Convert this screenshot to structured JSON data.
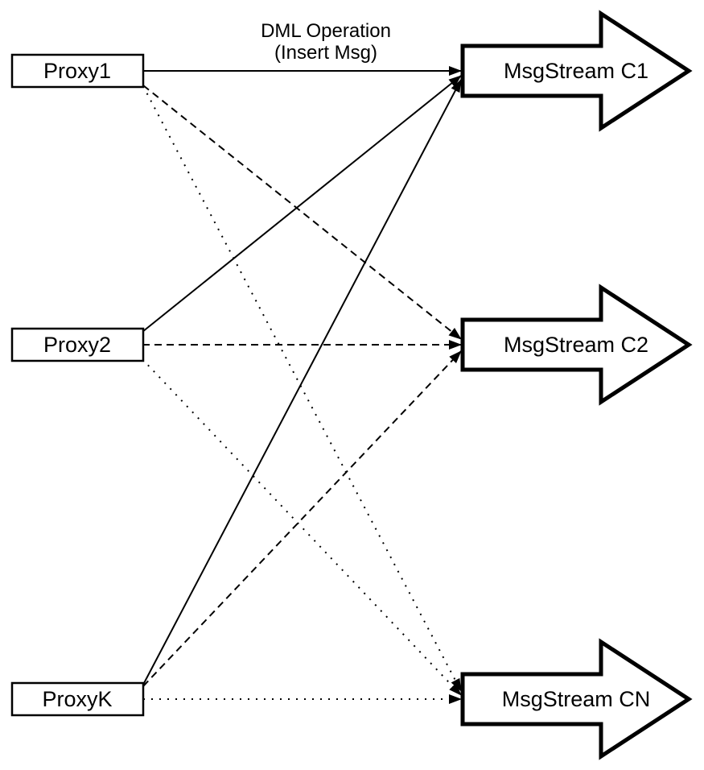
{
  "diagram": {
    "annotation": {
      "line1": "DML Operation",
      "line2": "(Insert Msg)"
    },
    "proxies": [
      {
        "label": "Proxy1"
      },
      {
        "label": "Proxy2"
      },
      {
        "label": "ProxyK"
      }
    ],
    "streams": [
      {
        "label": "MsgStream C1"
      },
      {
        "label": "MsgStream C2"
      },
      {
        "label": "MsgStream CN"
      }
    ],
    "edges": [
      {
        "from": "Proxy1",
        "to": "MsgStream C1",
        "style": "solid"
      },
      {
        "from": "Proxy2",
        "to": "MsgStream C1",
        "style": "solid"
      },
      {
        "from": "ProxyK",
        "to": "MsgStream C1",
        "style": "solid"
      },
      {
        "from": "Proxy1",
        "to": "MsgStream C2",
        "style": "dashed"
      },
      {
        "from": "Proxy2",
        "to": "MsgStream C2",
        "style": "dashed"
      },
      {
        "from": "ProxyK",
        "to": "MsgStream C2",
        "style": "dashed"
      },
      {
        "from": "Proxy1",
        "to": "MsgStream CN",
        "style": "dotted"
      },
      {
        "from": "Proxy2",
        "to": "MsgStream CN",
        "style": "dotted"
      },
      {
        "from": "ProxyK",
        "to": "MsgStream CN",
        "style": "dotted"
      }
    ],
    "colors": {
      "stroke": "#000000",
      "fill": "#ffffff"
    }
  }
}
